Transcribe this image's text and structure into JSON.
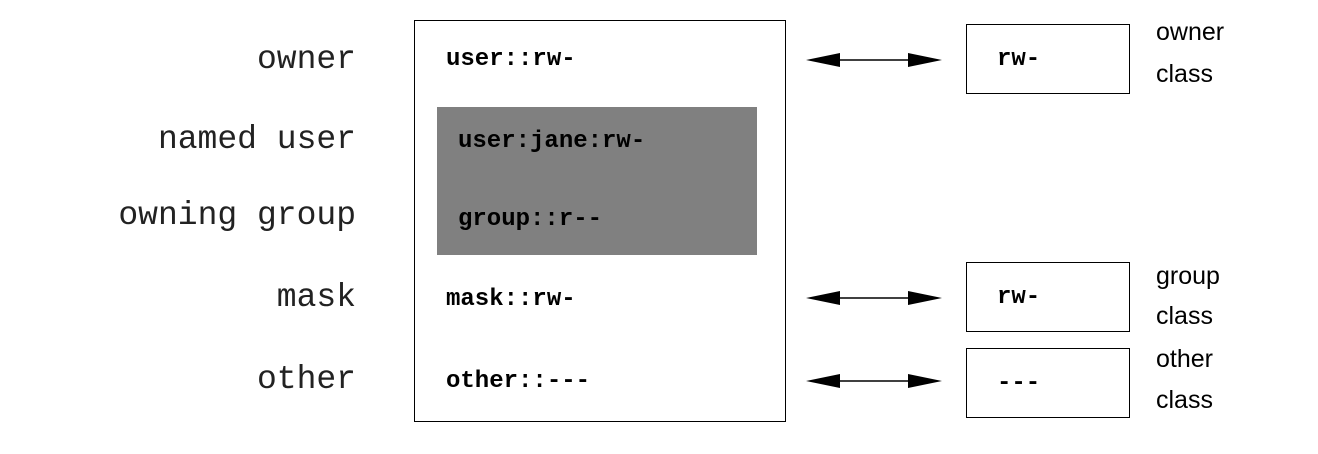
{
  "row_labels": {
    "owner": "owner",
    "named_user": "named user",
    "owning_group": "owning group",
    "mask": "mask",
    "other": "other"
  },
  "acl_entries": {
    "owner": "user::rw-",
    "named_user": "user:jane:rw-",
    "owning_group": "group::r--",
    "mask": "mask::rw-",
    "other": "other::---"
  },
  "classes": {
    "owner": {
      "perm": "rw-",
      "label_line1": "owner",
      "label_line2": "class"
    },
    "group": {
      "perm": "rw-",
      "label_line1": "group",
      "label_line2": "class"
    },
    "other": {
      "perm": "---",
      "label_line1": "other",
      "label_line2": "class"
    }
  },
  "colors": {
    "highlight": "#808080",
    "line": "#000000"
  }
}
